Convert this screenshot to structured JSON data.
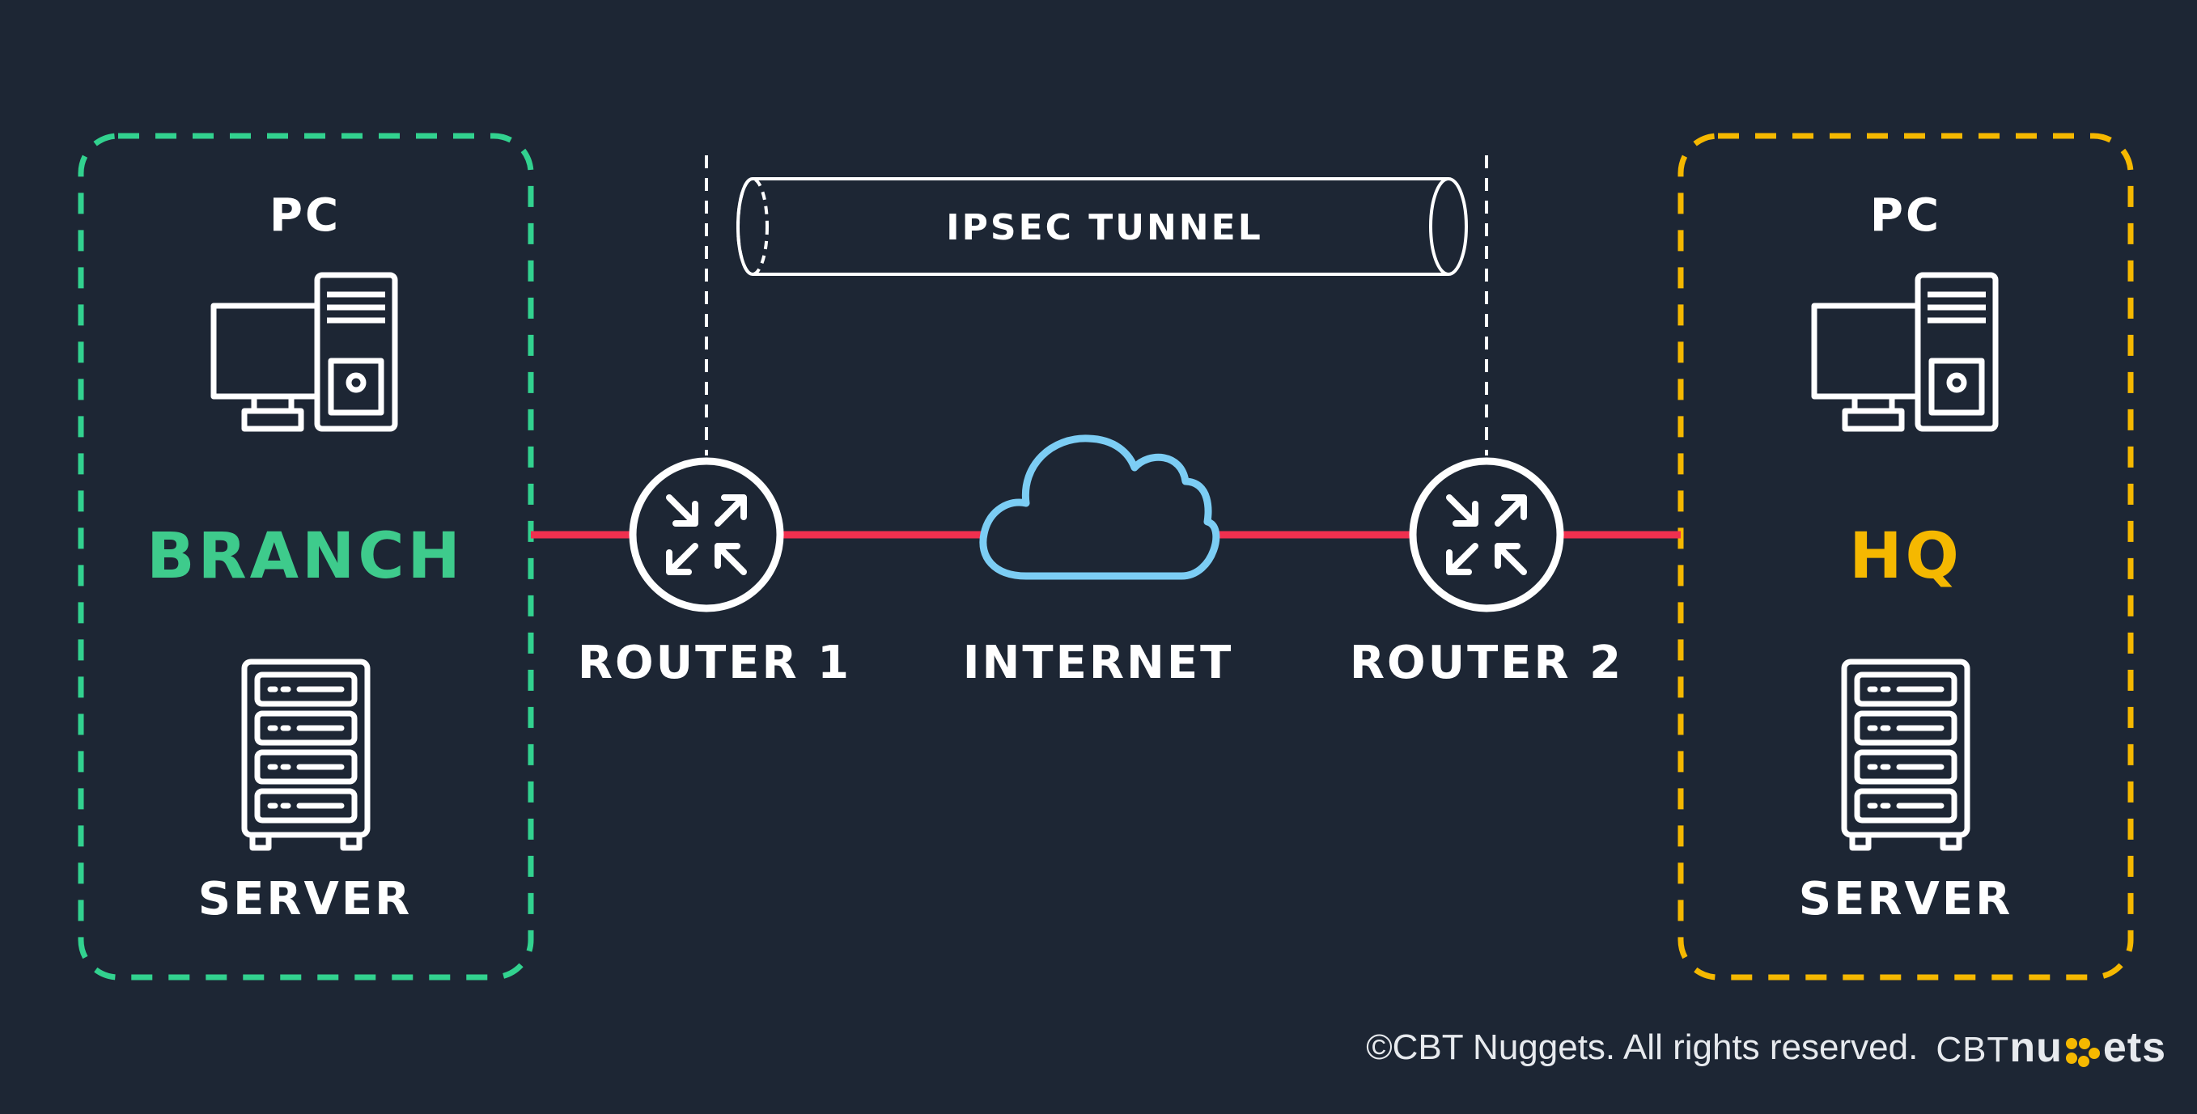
{
  "colors": {
    "background": "#1d2634",
    "branch": "#3ecb8c",
    "branch_border": "#32d28f",
    "hq": "#f5b800",
    "link": "#f0304f",
    "cloud": "#7ccdf4",
    "icon": "#ffffff"
  },
  "branch": {
    "title": "BRANCH",
    "pc_label": "PC",
    "server_label": "SERVER"
  },
  "hq": {
    "title": "HQ",
    "pc_label": "PC",
    "server_label": "SERVER"
  },
  "router1": {
    "label": "ROUTER 1"
  },
  "router2": {
    "label": "ROUTER 2"
  },
  "internet": {
    "label": "INTERNET"
  },
  "tunnel": {
    "label": "IPSEC TUNNEL"
  },
  "footer": {
    "copyright": "©CBT Nuggets. All rights reserved.",
    "brand_prefix": "CBT",
    "brand_part1": "nu",
    "brand_part2": "ets"
  }
}
